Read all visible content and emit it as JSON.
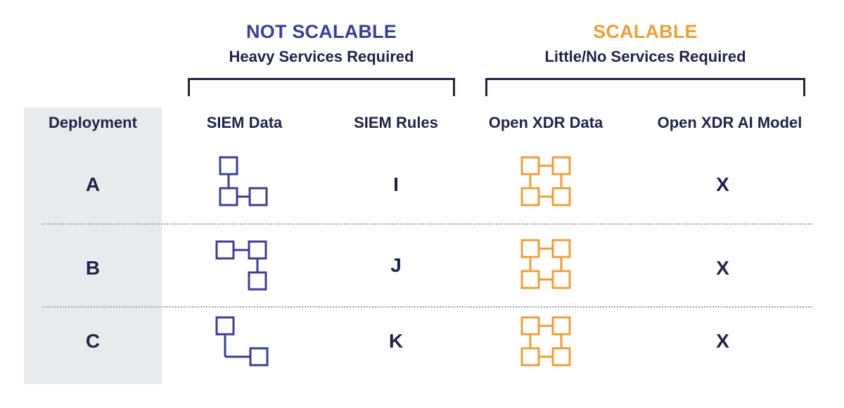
{
  "colors": {
    "navy": "#1f2447",
    "purple": "#3b3f94",
    "orange": "#e9a03b",
    "panel": "#e8ebee"
  },
  "groups": {
    "not_scalable": {
      "title": "NOT SCALABLE",
      "subtitle": "Heavy Services Required"
    },
    "scalable": {
      "title": "SCALABLE",
      "subtitle": "Little/No Services Required"
    }
  },
  "columns": {
    "deployment": "Deployment",
    "siem_data": "SIEM Data",
    "siem_rules": "SIEM Rules",
    "xdr_data": "Open XDR Data",
    "xdr_model": "Open XDR AI Model"
  },
  "rows": [
    {
      "label": "A",
      "siem_data_icon": "partial-flow-icon",
      "siem_rules": "I",
      "xdr_data_icon": "full-grid-icon",
      "xdr_model": "X"
    },
    {
      "label": "B",
      "siem_data_icon": "partial-flow-icon",
      "siem_rules": "J",
      "xdr_data_icon": "full-grid-icon",
      "xdr_model": "X"
    },
    {
      "label": "C",
      "siem_data_icon": "partial-flow-icon",
      "siem_rules": "K",
      "xdr_data_icon": "full-grid-icon",
      "xdr_model": "X"
    }
  ]
}
